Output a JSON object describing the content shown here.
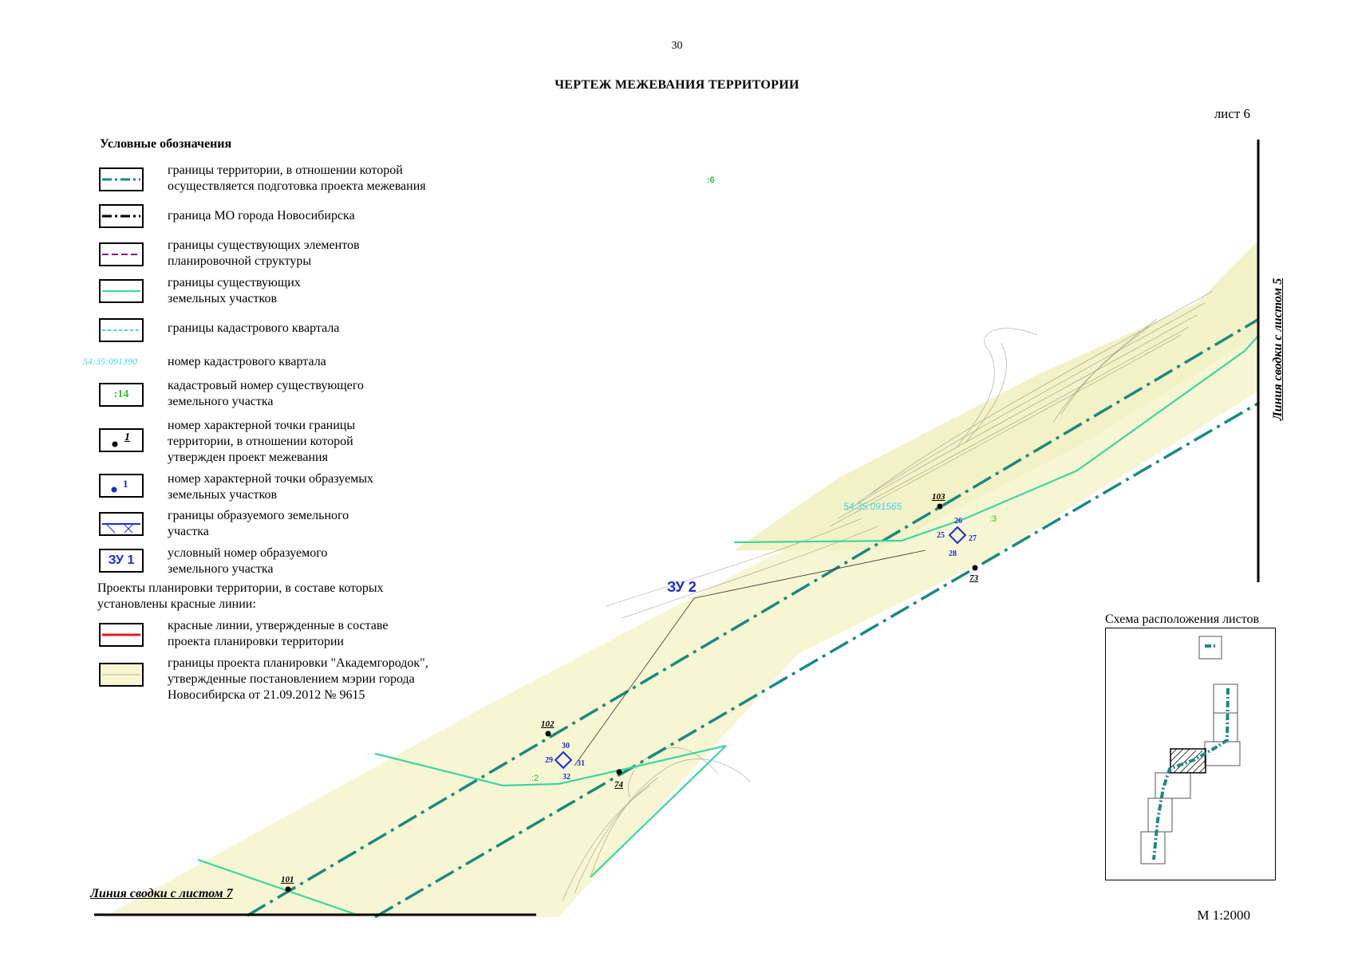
{
  "page_number": "30",
  "title": "ЧЕРТЕЖ МЕЖЕВАНИЯ ТЕРРИТОРИИ",
  "sheet": "лист 6",
  "scale": "М 1:2000",
  "legend": {
    "heading": "Условные обозначения",
    "items": [
      {
        "text": "границы территории, в отношении которой осуществляется подготовка проекта межевания"
      },
      {
        "text": "граница МО города Новосибирска"
      },
      {
        "text": "границы существующих элементов планировочной структуры"
      },
      {
        "text": "границы существующих земельных участков"
      },
      {
        "text": "границы кадастрового квартала"
      },
      {
        "text": "номер кадастрового квартала",
        "symbol_text": "54:35:091390"
      },
      {
        "text": "кадастровый номер существующего земельного участка",
        "symbol_text": ":14"
      },
      {
        "text": "номер характерной точки границы территории, в отношении которой утвержден проект межевания",
        "symbol_text": "1"
      },
      {
        "text": "номер характерной точки образуемых земельных участков",
        "symbol_text": "1"
      },
      {
        "text": "границы образуемого земельного участка"
      },
      {
        "text": "условный номер образуемого земельного участка",
        "symbol_text": "ЗУ 1"
      }
    ],
    "subheading": "Проекты планировки территории, в составе которых установлены красные линии:",
    "sub_items": [
      {
        "text": "красные линии, утвержденные в составе проекта планировки территории"
      },
      {
        "text": "границы проекта планировки \"Академгородок\", утвержденные постановлением мэрии города Новосибирска от 21.09.2012 № 9615"
      }
    ]
  },
  "map": {
    "join_line_sheet5": "Линия сводки с листом 5",
    "join_line_sheet7": "Линия сводки с листом 7",
    "parcel_label": "ЗУ 2",
    "cadastral_quarter": "54:35:091565",
    "parcel_numbers": [
      ":6",
      ":3",
      ":2"
    ],
    "boundary_points": [
      "101",
      "102",
      "103",
      "73",
      "74"
    ],
    "parcel_points": [
      "25",
      "26",
      "27",
      "28",
      "29",
      "30",
      "31",
      "32"
    ]
  },
  "schema": {
    "title": "Схема расположения листов"
  },
  "colors": {
    "boundary_teal": "#1a8a80",
    "parcel_green": "#3cd6a0",
    "cadastral_cyan": "#3fd6e6",
    "planning_fill": "#f7f6d3",
    "parcel_blue": "#1a2ad6",
    "red_line": "#d81f1f",
    "planning_purple": "#7a1f7a"
  }
}
